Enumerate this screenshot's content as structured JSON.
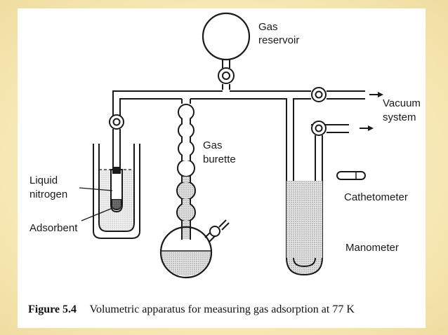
{
  "labels": {
    "gas_reservoir_line1": "Gas",
    "gas_reservoir_line2": "reservoir",
    "vacuum_line1": "Vacuum",
    "vacuum_line2": "system",
    "gas_burette_line1": "Gas",
    "gas_burette_line2": "burette",
    "liquid_nitrogen_line1": "Liquid",
    "liquid_nitrogen_line2": "nitrogen",
    "adsorbent": "Adsorbent",
    "cathetometer": "Cathetometer",
    "manometer": "Manometer"
  },
  "caption": {
    "number": "Figure 5.4",
    "text": "Volumetric apparatus for measuring gas adsorption at 77 K"
  },
  "colors": {
    "slide_background": "#f6e7b3",
    "panel": "#ffffff",
    "ink": "#1a1a1a",
    "liquid_fill": "#d6d6d6"
  }
}
